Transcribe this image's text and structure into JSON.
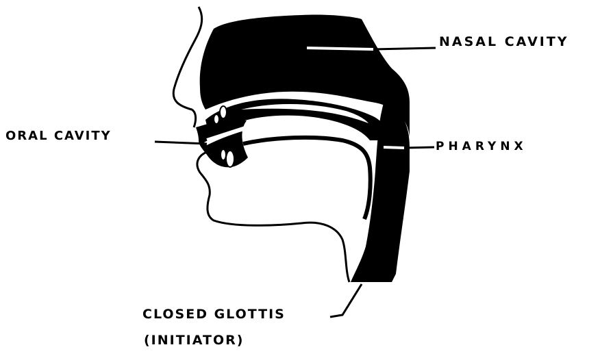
{
  "labels": {
    "nasal_cavity": "NASAL CAVITY",
    "oral_cavity": "ORAL CAVITY",
    "pharynx": "PHARYNX",
    "closed_glottis": "CLOSED GLOTTIS",
    "initiator": "(INITIATOR)"
  },
  "colors": {
    "ink": "#000000",
    "paper": "#ffffff"
  }
}
